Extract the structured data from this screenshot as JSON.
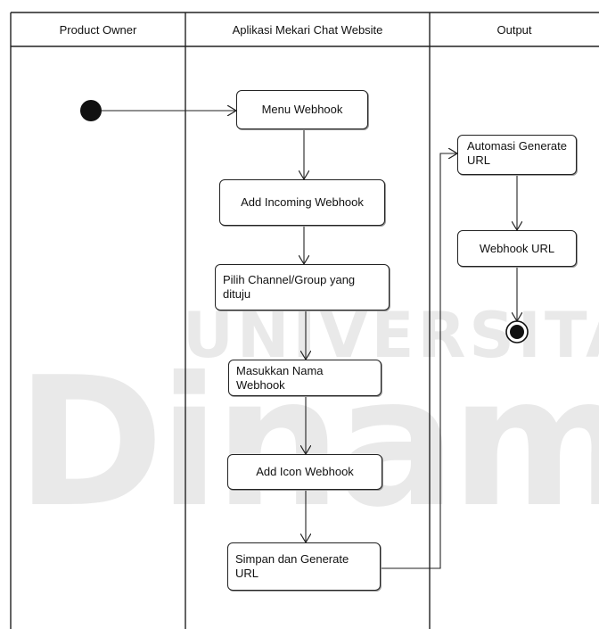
{
  "lanes": [
    "Product Owner",
    "Aplikasi Mekari Chat Website",
    "Output"
  ],
  "nodes": {
    "menu_webhook": "Menu Webhook",
    "add_incoming_webhook": "Add Incoming Webhook",
    "pilih_channel": "Pilih Channel/Group yang dituju",
    "masukkan_nama": "Masukkan Nama Webhook",
    "add_icon": "Add Icon Webhook",
    "simpan_generate": "Simpan dan Generate URL",
    "automasi_generate": "Automasi Generate URL",
    "webhook_url": "Webhook URL"
  },
  "watermark": {
    "top": "UNIVERSITAS",
    "bottom": "Dinamika",
    "accent_color": "#e7a9a9"
  },
  "colors": {
    "line": "#222222",
    "background": "#ffffff"
  }
}
